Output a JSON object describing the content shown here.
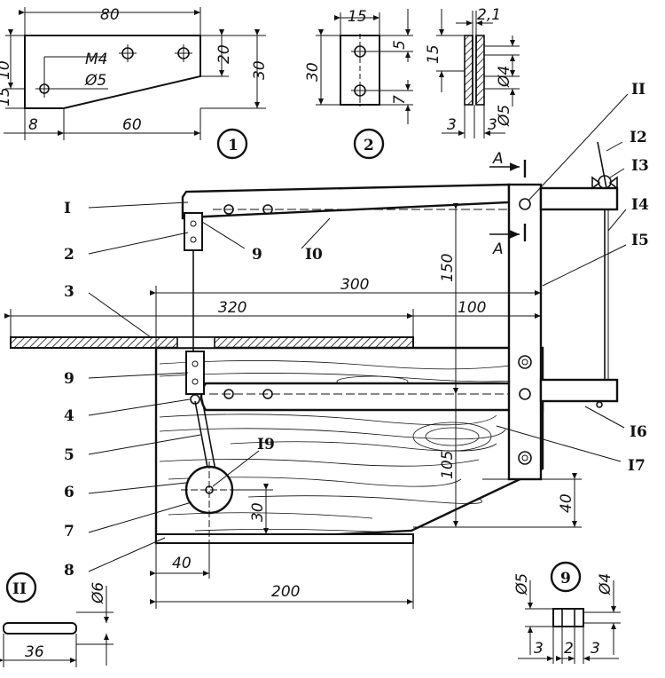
{
  "detail1": {
    "number": "1",
    "dim_80": "80",
    "dim_20": "20",
    "dim_30": "30",
    "dim_8": "8",
    "dim_60": "60",
    "dim_10": "10",
    "dim_15": "15",
    "label_m4": "M4",
    "label_d5": "Ø5"
  },
  "detail2": {
    "number": "2",
    "dim_15": "15",
    "dim_5": "5",
    "dim_7": "7",
    "dim_30": "30"
  },
  "section_view": {
    "dim_2_1": "2,1",
    "dim_15": "15",
    "dim_d4": "Ø4",
    "dim_d5": "Ø5",
    "dim_3a": "3",
    "dim_3b": "3"
  },
  "main_view": {
    "section_a_top": "A",
    "section_a_bottom": "A",
    "dim_300": "300",
    "dim_320": "320",
    "dim_100": "100",
    "dim_150": "150",
    "dim_105": "105",
    "dim_40_right": "40",
    "dim_30": "30",
    "dim_40_bottom": "40",
    "dim_200": "200"
  },
  "callouts": {
    "c1": "I",
    "c2": "2",
    "c3": "3",
    "c4": "4",
    "c5": "5",
    "c6": "6",
    "c7": "7",
    "c8": "8",
    "c9a": "9",
    "c9b": "9",
    "c10": "I0",
    "c11": "II",
    "c12": "I2",
    "c13": "I3",
    "c14": "I4",
    "c15": "I5",
    "c16": "I6",
    "c17": "I7",
    "c19": "I9"
  },
  "detail11": {
    "number": "II",
    "dim_d6": "Ø6",
    "dim_36": "36"
  },
  "detail9": {
    "number": "9",
    "dim_d5": "Ø5",
    "dim_d4": "Ø4",
    "dim_3a": "3",
    "dim_2": "2",
    "dim_3b": "3"
  }
}
